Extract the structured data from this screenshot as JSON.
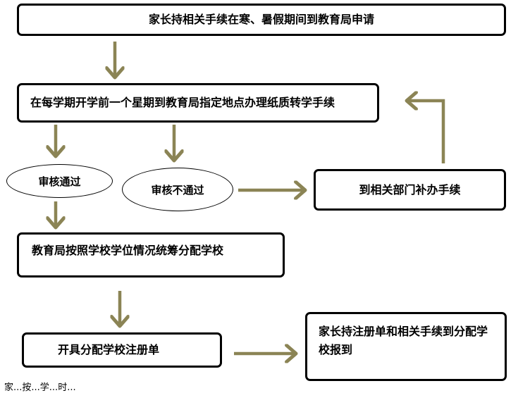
{
  "nodes": {
    "apply": "家长持相关手续在寒、暑假期间到教育局申请",
    "paper": "在每学期开学前一个星期到教育局指定地点办理纸质转学手续",
    "pass": "审核通过",
    "fail": "审核不通过",
    "supplement": "到相关部门补办手续",
    "assign": "教育局按照学校学位情况统筹分配学校",
    "register_form": "开具分配学校注册单",
    "report": "家长持注册单和相关手续到分配学校报到"
  },
  "colors": {
    "arrow": "#8b8455",
    "border": "#000000"
  },
  "footer_fragment": "家...按...学...时..."
}
